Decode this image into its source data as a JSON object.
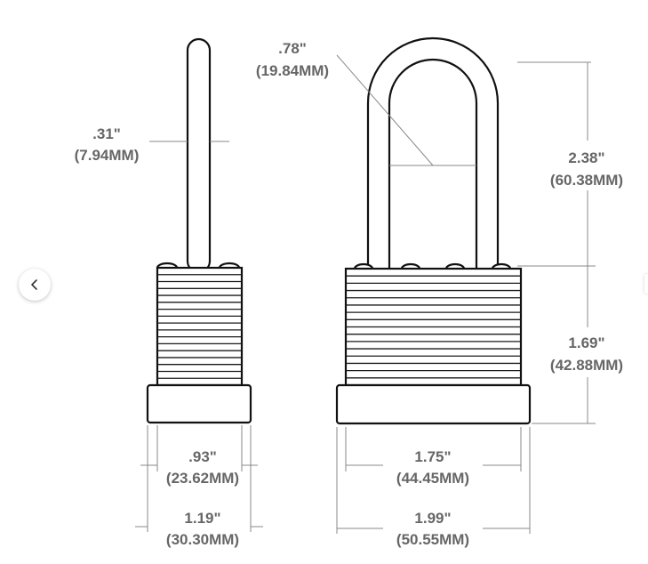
{
  "gallery": {
    "prev_icon": "chevron-left-icon"
  },
  "dimensions": {
    "shackle_diameter": {
      "inch": ".31\"",
      "mm": "(7.94MM)"
    },
    "shackle_inner_width": {
      "inch": ".78\"",
      "mm": "(19.84MM)"
    },
    "shackle_clearance": {
      "inch": "2.38\"",
      "mm": "(60.38MM)"
    },
    "body_height": {
      "inch": "1.69\"",
      "mm": "(42.88MM)"
    },
    "side_body_width": {
      "inch": ".93\"",
      "mm": "(23.62MM)"
    },
    "side_base_width": {
      "inch": "1.19\"",
      "mm": "(30.30MM)"
    },
    "front_body_width": {
      "inch": "1.75\"",
      "mm": "(44.45MM)"
    },
    "front_base_width": {
      "inch": "1.99\"",
      "mm": "(50.55MM)"
    }
  },
  "colors": {
    "outline": "#111111",
    "dimension_text": "#666666",
    "dimension_line": "#888888"
  }
}
